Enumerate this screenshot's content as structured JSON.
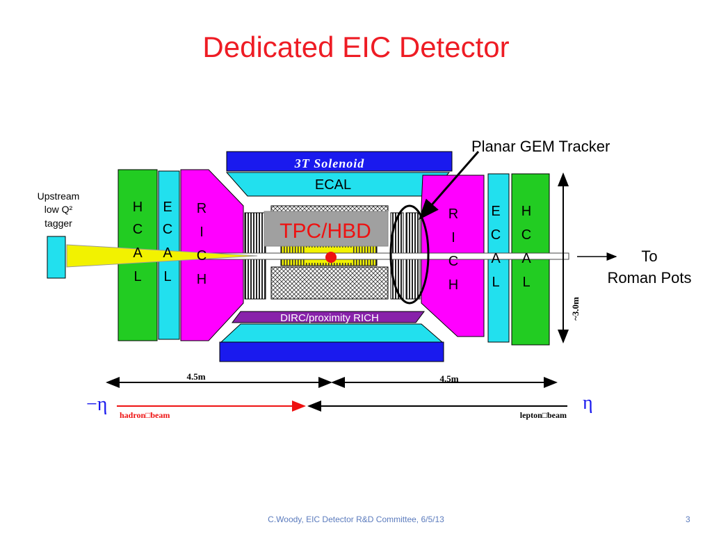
{
  "slide": {
    "title": "Dedicated EIC Detector",
    "footer": "C.Woody, EIC Detector R&D Committee,  6/5/13",
    "page_number": "3"
  },
  "diagram": {
    "solenoid_label": "3T Solenoid",
    "ecal_barrel_label": "ECAL",
    "tpc_label": "TPC/HBD",
    "dirc_label": "DIRC/proximity RICH",
    "gem_tracker_label": "Planar GEM Tracker",
    "upstream_tagger_label": [
      "Upstream",
      "low Q²",
      "tagger"
    ],
    "roman_pots_label": [
      "To",
      "Roman Pots"
    ],
    "left_hcal_letters": [
      "H",
      "C",
      "A",
      "L"
    ],
    "left_ecal_letters": [
      "E",
      "C",
      "A",
      "L"
    ],
    "left_rich_letters": [
      "R",
      "I",
      "C",
      "H"
    ],
    "right_rich_letters": [
      "R",
      "I",
      "C",
      "H"
    ],
    "right_ecal_letters": [
      "E",
      "C",
      "A",
      "L"
    ],
    "right_hcal_letters": [
      "H",
      "C",
      "A",
      "L"
    ],
    "height_dimension": "~3.0m",
    "left_length": "4.5m",
    "right_length": "4.5m",
    "neg_eta": "−η",
    "pos_eta": "η",
    "hadron_beam_label": "hadron□beam",
    "lepton_beam_label": "lepton□beam"
  },
  "colors": {
    "title": "#ee1c24",
    "hcal": "#22cc22",
    "ecal": "#22e0ee",
    "rich": "#ff00ff",
    "solenoid": "#1a1aee",
    "dirc": "#8822aa",
    "tpc": "#a0a0a0",
    "hadron_beam": "#ee1111",
    "footer": "#5b7bbd"
  }
}
